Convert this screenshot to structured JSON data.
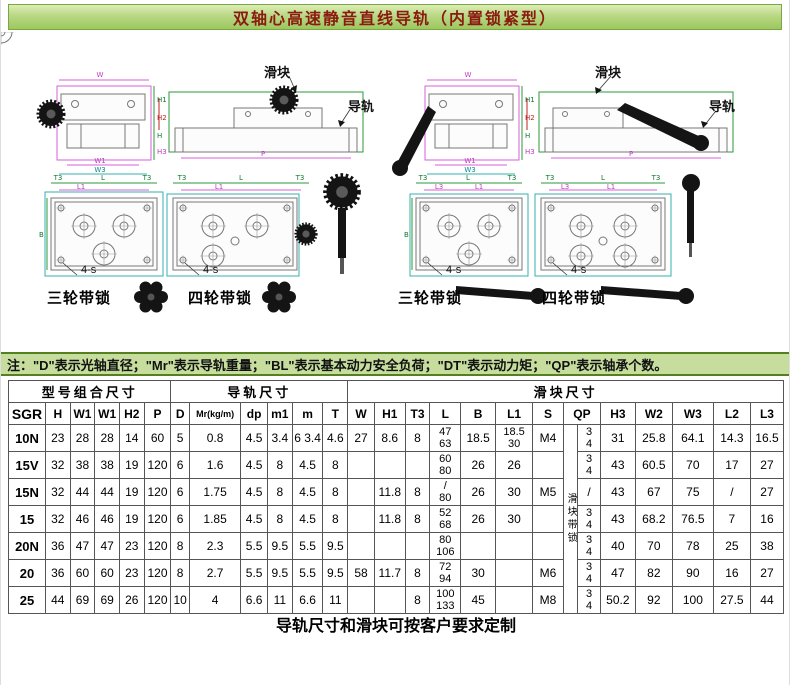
{
  "page": {
    "title": "双轴心高速静音直线导轨（内置锁紧型）",
    "note": "注：\"D\"表示光轴直径；\"Mr\"表示导轨重量；\"BL\"表示基本动力安全负荷；\"DT\"表示动力矩；\"QP\"表示轴承个数。",
    "footer": "导轨尺寸和滑块可按客户要求定制"
  },
  "colors": {
    "title_text": "#8b1a10",
    "title_bg": "#b9d884",
    "note_bg": "#c6dd9d",
    "border_green": "#55801e",
    "dim_magenta": "#d95fd9",
    "dim_green": "#2a9a3a",
    "dim_cyan": "#35b0b0",
    "dim_red": "#c02222"
  },
  "drawings": {
    "callout_slider": "滑块",
    "callout_rail": "导轨",
    "caption_three_wheel": "三轮带锁",
    "caption_four_wheel": "四轮带锁",
    "hole_label": "4-s",
    "dims": {
      "W": "W",
      "W1": "W1",
      "W3": "W3",
      "H": "H",
      "H1": "H1",
      "H2": "H2",
      "H3": "H3",
      "P": "P",
      "L": "L",
      "L1": "L1",
      "L3": "L3",
      "T3": "T3",
      "B": "B"
    }
  },
  "table": {
    "groups": [
      {
        "label": "型号组合尺寸",
        "span": 6
      },
      {
        "label": "导轨尺寸",
        "span": 6
      },
      {
        "label": "滑块尺寸",
        "span": 14
      }
    ],
    "columns": [
      "SGR",
      "H",
      "W1",
      "W1",
      "H2",
      "P",
      "D",
      "Mr(kg/m)",
      "dp",
      "m1",
      "m",
      "T",
      "W",
      "H1",
      "T3",
      "L",
      "B",
      "L1",
      "S",
      "QP",
      "H3",
      "W2",
      "W3",
      "L2",
      "L3"
    ],
    "lock_label": "滑块带锁",
    "rows": [
      [
        "10N",
        "23",
        "28",
        "28",
        "14",
        "60",
        "5",
        "0.8",
        "4.5",
        "3.4",
        "6 3.4",
        "4.6",
        "27",
        "8.6",
        "8",
        "47|63",
        "18.5",
        "18.5|30",
        "M4",
        "3|4",
        "31",
        "25.8",
        "64.1",
        "14.3",
        "16.5"
      ],
      [
        "15V",
        "32",
        "38",
        "38",
        "19",
        "120",
        "6",
        "1.6",
        "4.5",
        "8",
        "4.5",
        "8",
        "",
        "",
        "",
        "60|80",
        "26",
        "26",
        "",
        "3|4",
        "43",
        "60.5",
        "70",
        "17",
        "27"
      ],
      [
        "15N",
        "32",
        "44",
        "44",
        "19",
        "120",
        "6",
        "1.75",
        "4.5",
        "8",
        "4.5",
        "8",
        "",
        "11.8",
        "8",
        "/|80",
        "26",
        "30",
        "M5",
        "/",
        "43",
        "67",
        "75",
        "/",
        "27"
      ],
      [
        "15",
        "32",
        "46",
        "46",
        "19",
        "120",
        "6",
        "1.85",
        "4.5",
        "8",
        "4.5",
        "8",
        "",
        "11.8",
        "8",
        "52|68",
        "26",
        "30",
        "",
        "3|4",
        "43",
        "68.2",
        "76.5",
        "7",
        "16"
      ],
      [
        "20N",
        "36",
        "47",
        "47",
        "23",
        "120",
        "8",
        "2.3",
        "5.5",
        "9.5",
        "5.5",
        "9.5",
        "",
        "",
        "",
        "80|106",
        "",
        "",
        "",
        "3|4",
        "40",
        "70",
        "78",
        "25",
        "38"
      ],
      [
        "20",
        "36",
        "60",
        "60",
        "23",
        "120",
        "8",
        "2.7",
        "5.5",
        "9.5",
        "5.5",
        "9.5",
        "58",
        "11.7",
        "8",
        "72|94",
        "30",
        "",
        "M6",
        "3|4",
        "47",
        "82",
        "90",
        "16",
        "27"
      ],
      [
        "25",
        "44",
        "69",
        "69",
        "26",
        "120",
        "10",
        "4",
        "6.6",
        "11",
        "6.6",
        "11",
        "",
        "",
        "8",
        "100|133",
        "45",
        "",
        "M8",
        "3|4",
        "50.2",
        "92",
        "100",
        "27.5",
        "44"
      ]
    ]
  }
}
